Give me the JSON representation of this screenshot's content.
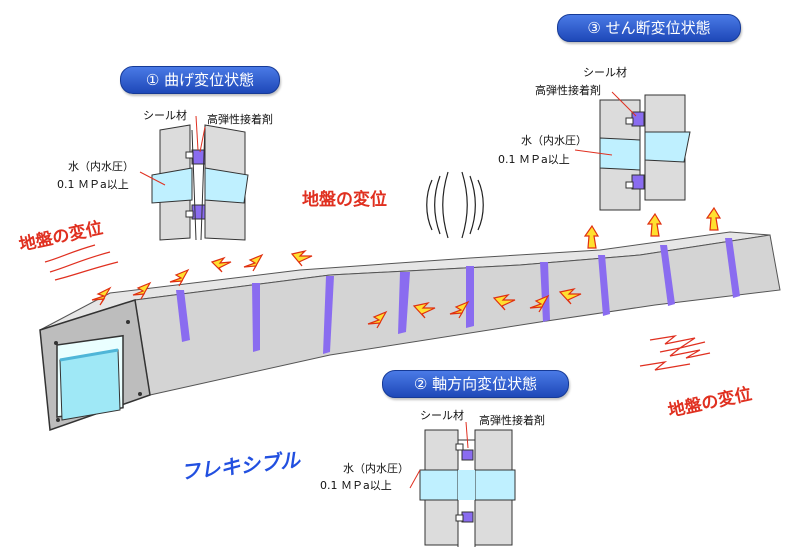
{
  "titles": {
    "bend": "① 曲げ変位状態",
    "axial": "② 軸方向変位状態",
    "shear": "③ せん断変位状態"
  },
  "labels": {
    "seal": "シール材",
    "adhesive": "高弾性接着剤",
    "water": "水（内水圧）",
    "pressure": "0.1 ＭＰa以上"
  },
  "ground_label": "地盤の変位",
  "flexible_label": "フレキシブル",
  "colors": {
    "pill_blue": "#2a58d0",
    "ground_red": "#e03020",
    "flexible_blue": "#2250e0",
    "joint_purple": "#8a6cf0",
    "water_cyan": "#bff0ff",
    "concrete_gray": "#d8d8d8"
  }
}
